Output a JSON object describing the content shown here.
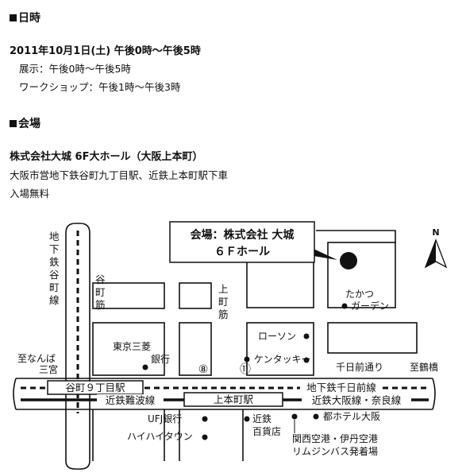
{
  "sections": {
    "datetime_heading": "日時",
    "datetime_main": "2011年10月1日(土) 午後0時～午後5時",
    "exhibit": "展示：午後0時～午後5時",
    "workshop": "ワークショップ：午後1時～午後3時",
    "venue_heading": "会場",
    "venue_name": "株式会社大城 6F大ホール（大阪上本町）",
    "access": "大阪市営地下鉄谷町九丁目駅、近鉄上本町駅下車",
    "fee": "入場無料"
  },
  "map": {
    "callout_line1": "会場：株式会社 大城",
    "callout_line2": "６Ｆホール",
    "north": "N",
    "subway_tanimachi_v": "地下鉄谷町線",
    "tanimachi_st_v": "谷町筋",
    "uehonmachi_st_v": "上町筋",
    "namba": "至なんば",
    "sannomiya": "三宮",
    "tokyo_mitsubishi_1": "東京三菱",
    "tokyo_mitsubishi_2": "銀行",
    "route8": "⑧",
    "route11": "⑪",
    "lawson": "ローソン",
    "kentucky": "ケンタッキー",
    "takatsu_1": "たかつ",
    "takatsu_2": "ガーデン",
    "sennichimae_dori": "千日前通り",
    "tsuruhashi": "至鶴橋",
    "tanimachi9_station": "谷町９丁目駅",
    "sennichimae_line": "地下鉄千日前線",
    "kintetsu_namba_line": "近鉄難波線",
    "uehonmachi_station": "上本町駅",
    "kintetsu_osaka_line": "近鉄大阪線・奈良線",
    "ufj": "UFJ銀行",
    "hihitown": "ハイハイタウン",
    "kintetsu_dept_1": "近鉄",
    "kintetsu_dept_2": "百貨店",
    "miyako_hotel": "都ホテル大阪",
    "airport_bus_1": "関西空港・伊丹空港",
    "airport_bus_2": "リムジンバス発着場"
  }
}
